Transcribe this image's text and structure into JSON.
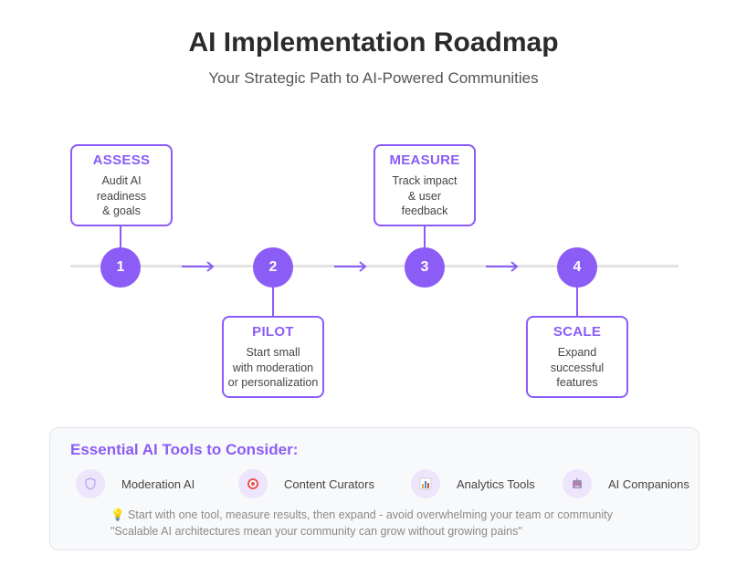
{
  "header": {
    "title": "AI Implementation Roadmap",
    "subtitle": "Your Strategic Path to AI-Powered Communities"
  },
  "stages": [
    {
      "number": "1",
      "title": "ASSESS",
      "description": "Audit AI\nreadiness\n& goals",
      "position": "above"
    },
    {
      "number": "2",
      "title": "PILOT",
      "description": "Start small\nwith moderation\nor personalization",
      "position": "below"
    },
    {
      "number": "3",
      "title": "MEASURE",
      "description": "Track impact\n& user\nfeedback",
      "position": "above"
    },
    {
      "number": "4",
      "title": "SCALE",
      "description": "Expand\nsuccessful\nfeatures",
      "position": "below"
    }
  ],
  "tools": {
    "heading": "Essential AI Tools to Consider:",
    "items": [
      {
        "label": "Moderation AI",
        "icon": "shield-icon"
      },
      {
        "label": "Content Curators",
        "icon": "target-icon"
      },
      {
        "label": "Analytics Tools",
        "icon": "bar-chart-icon"
      },
      {
        "label": "AI Companions",
        "icon": "robot-icon"
      }
    ],
    "tip": "💡 Start with one tool, measure results, then expand - avoid overwhelming your team or community",
    "quote": "\"Scalable AI architectures mean your community can grow without growing pains\""
  },
  "colors": {
    "accent": "#8b5cf6",
    "line": "#e3e3e3",
    "panel_bg": "#f8f9fb",
    "icon_bg": "#ede5fb"
  }
}
